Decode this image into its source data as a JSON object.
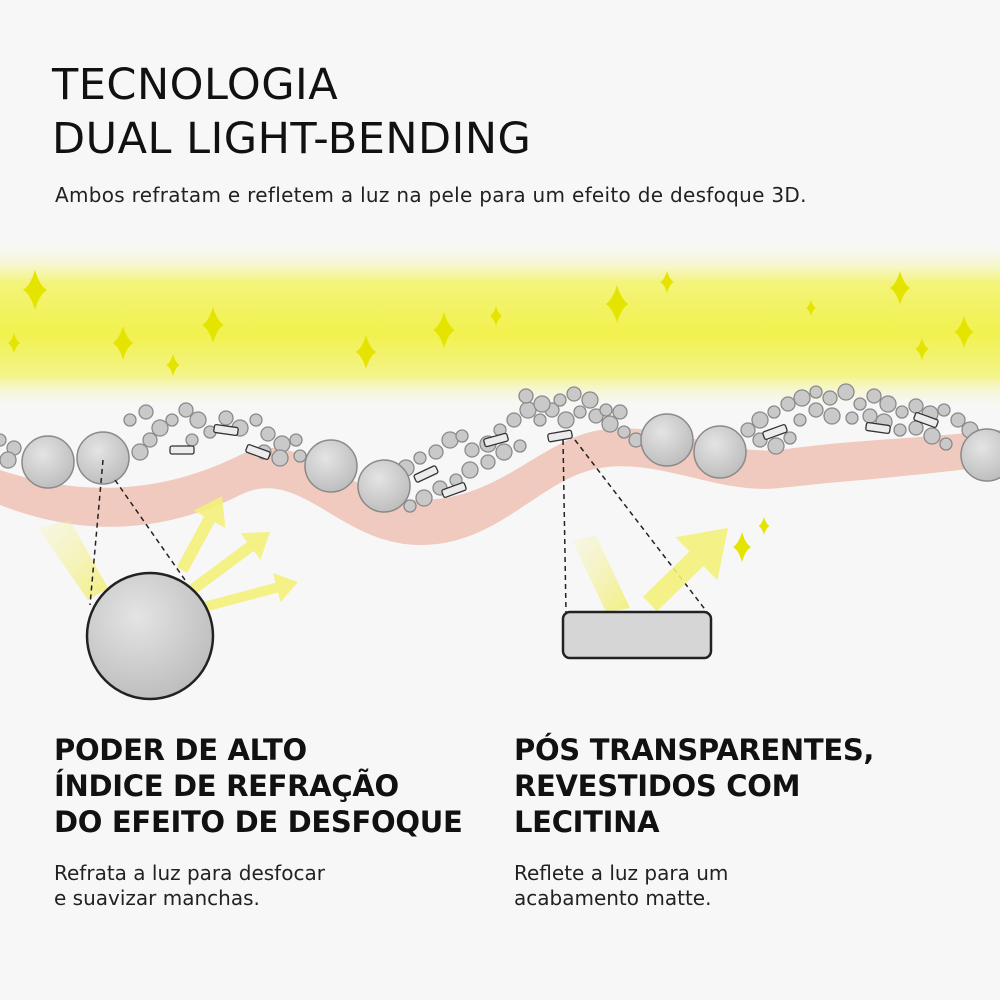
{
  "header": {
    "title_line1": "TECNOLOGIA",
    "title_line2": "DUAL LIGHT-BENDING",
    "subtitle": "Ambos refratam e refletem a luz na pele para um efeito de desfoque 3D."
  },
  "columns": [
    {
      "heading_lines": [
        "PODER DE ALTO",
        "ÍNDICE DE REFRAÇÃO",
        "DO EFEITO DE DESFOQUE"
      ],
      "desc_lines": [
        "Refrata a luz para desfocar",
        "e suavizar manchas."
      ]
    },
    {
      "heading_lines": [
        "PÓS TRANSPARENTES,",
        "REVESTIDOS COM",
        "LECITINA"
      ],
      "desc_lines": [
        "Reflete a luz para um",
        "acabamento matte."
      ]
    }
  ],
  "colors": {
    "background": "#f7f7f7",
    "light_band": "#f2f25a",
    "sparkle": "#e4e400",
    "skin": "#f0c9bf",
    "particle": "#c9c9c9",
    "arrow": "#f3f07a"
  },
  "icons": [
    "sparkle-icon",
    "sphere-particle-icon",
    "flake-particle-icon",
    "light-arrow-icon"
  ]
}
